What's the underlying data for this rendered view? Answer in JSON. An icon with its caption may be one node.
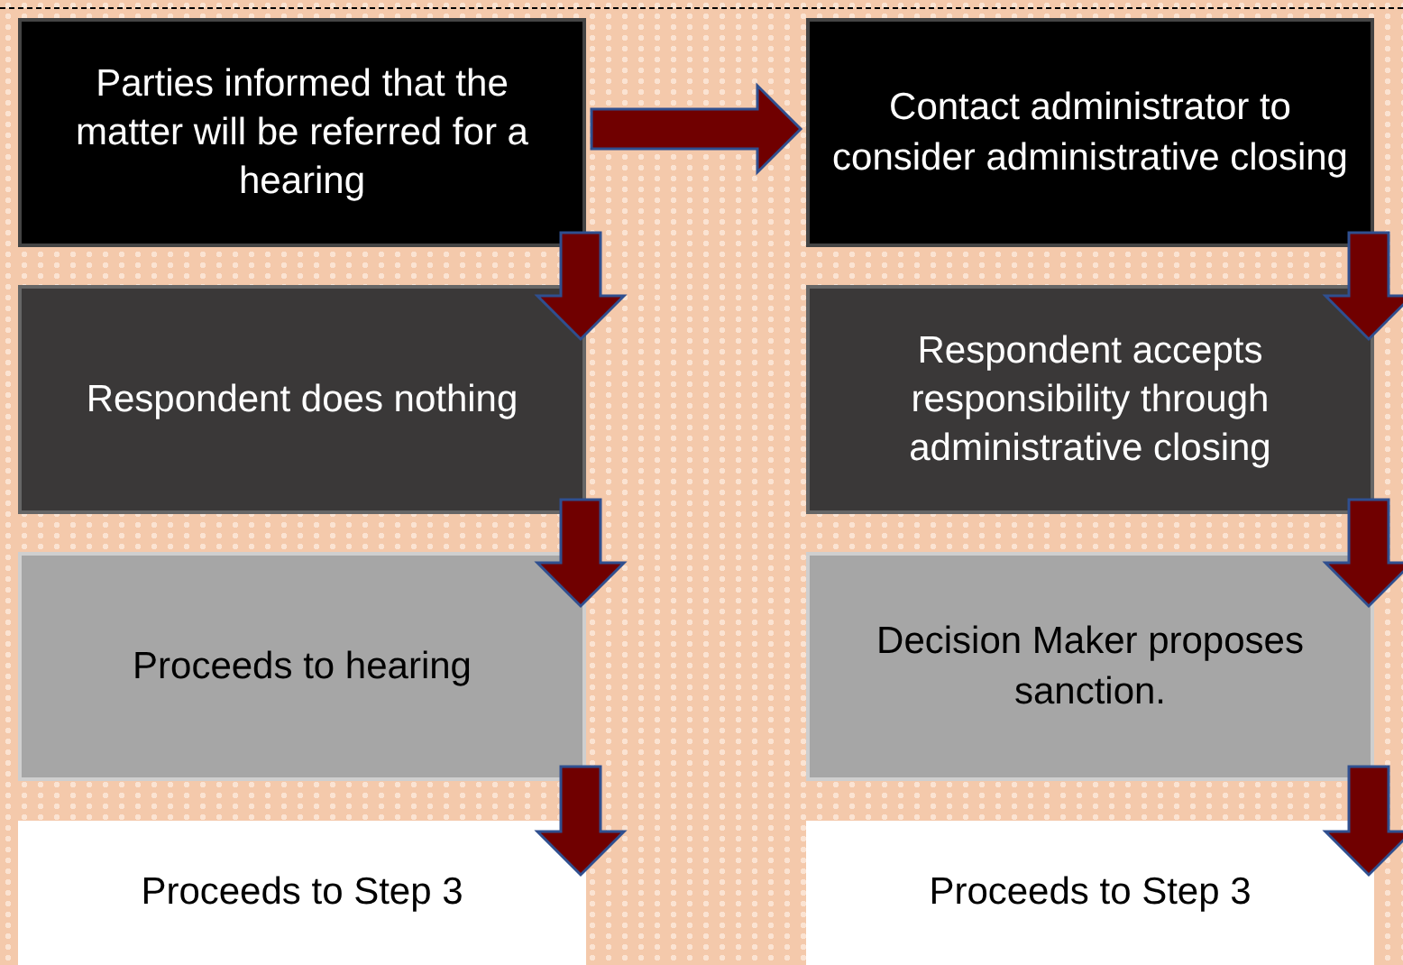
{
  "diagram": {
    "nodes": [
      {
        "text": [
          "Parties informed that the matter will be referred for a hearing"
        ]
      },
      {
        "text": [
          "Contact administrator to consider administrative closing"
        ]
      },
      {
        "text": [
          "Respondent does nothing"
        ]
      },
      {
        "text": [
          "Respondent accepts responsibility through administrative closing"
        ]
      },
      {
        "text": [
          "Proceeds to hearing"
        ]
      },
      {
        "text": [
          "Decision Maker proposes sanction."
        ]
      },
      {
        "text": [
          "Proceeds to Step 3"
        ]
      },
      {
        "text": [
          "Proceeds to Step 3"
        ]
      }
    ],
    "edges": [
      {
        "from": 0,
        "to": 1,
        "arrow": "to"
      },
      {
        "from": 0,
        "to": 2,
        "arrow": "to"
      },
      {
        "from": 2,
        "to": 4,
        "arrow": "to"
      },
      {
        "from": 4,
        "to": 6,
        "arrow": "to"
      },
      {
        "from": 1,
        "to": 3,
        "arrow": "to"
      },
      {
        "from": 3,
        "to": 5,
        "arrow": "to"
      },
      {
        "from": 5,
        "to": 7,
        "arrow": "to"
      }
    ]
  }
}
